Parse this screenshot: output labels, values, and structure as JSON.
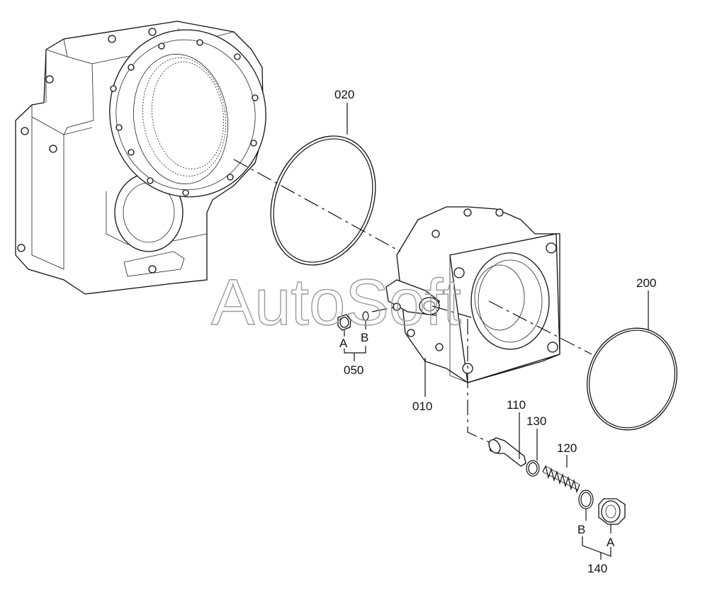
{
  "watermark": "AutoSoft",
  "callouts": {
    "c020": "020",
    "c200": "200",
    "c010": "010",
    "c050": "050",
    "c110": "110",
    "c130": "130",
    "c120": "120",
    "c140": "140",
    "a_left": "A",
    "b_left": "B",
    "a_right": "A",
    "b_right": "B"
  }
}
